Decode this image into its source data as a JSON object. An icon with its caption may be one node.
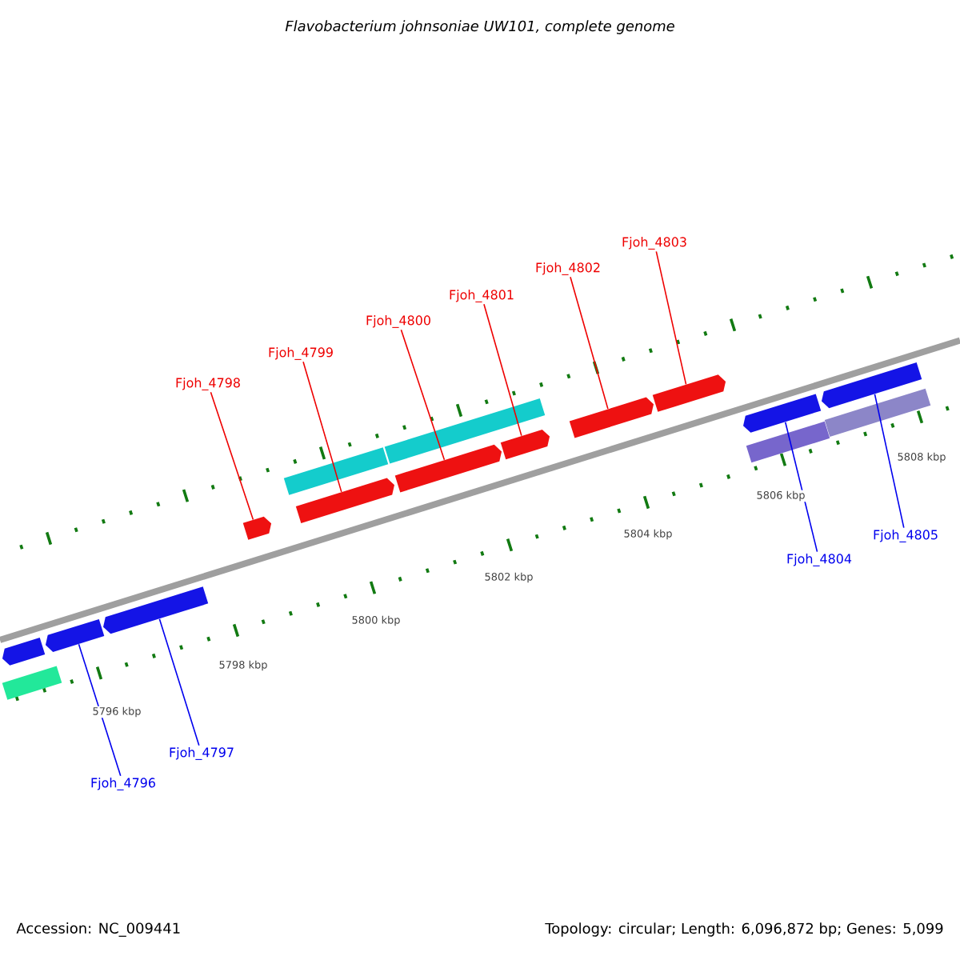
{
  "diagram": {
    "title": "Flavobacterium johnsoniae UW101, complete genome",
    "nodes": [
      {
        "text": [
          "Fjoh_4798"
        ]
      },
      {
        "text": [
          "Fjoh_4799"
        ]
      },
      {
        "text": [
          "Fjoh_4800"
        ]
      },
      {
        "text": [
          "Fjoh_4801"
        ]
      },
      {
        "text": [
          "Fjoh_4802"
        ]
      },
      {
        "text": [
          "Fjoh_4803"
        ]
      },
      {
        "text": [
          "Fjoh_4804"
        ]
      },
      {
        "text": [
          "Fjoh_4805"
        ]
      },
      {
        "text": [
          "Fjoh_4797"
        ]
      },
      {
        "text": [
          "Fjoh_4796"
        ]
      },
      {
        "text": [],
        "shape": "pentagon"
      },
      {
        "text": [],
        "shape": "bar"
      },
      {
        "text": [],
        "shape": "pentagon"
      },
      {
        "text": [],
        "shape": "pentagon"
      },
      {
        "text": [],
        "shape": "pentagon"
      },
      {
        "text": [],
        "shape": "bar"
      },
      {
        "text": [],
        "shape": "pentagon"
      },
      {
        "text": [],
        "shape": "bar"
      },
      {
        "text": [],
        "shape": "pentagon"
      },
      {
        "text": [],
        "shape": "pentagon"
      },
      {
        "text": [],
        "shape": "pentagon"
      },
      {
        "text": [],
        "shape": "pentagon"
      },
      {
        "text": [],
        "shape": "pentagon"
      },
      {
        "text": [],
        "shape": "bar"
      },
      {
        "text": [],
        "shape": "pentagon"
      },
      {
        "text": [],
        "shape": "bar"
      }
    ],
    "edges": [
      {
        "from": 0,
        "to": 14,
        "arrow": "none"
      },
      {
        "from": 1,
        "to": 16,
        "arrow": "none"
      },
      {
        "from": 2,
        "to": 18,
        "arrow": "none"
      },
      {
        "from": 3,
        "to": 19,
        "arrow": "none"
      },
      {
        "from": 4,
        "to": 20,
        "arrow": "none"
      },
      {
        "from": 5,
        "to": 21,
        "arrow": "none"
      },
      {
        "from": 6,
        "to": 22,
        "arrow": "none",
        "color": "#0000ff"
      },
      {
        "from": 7,
        "to": 24,
        "arrow": "none",
        "color": "#0000ff"
      },
      {
        "from": 8,
        "to": 13,
        "arrow": "none",
        "color": "#0000ff"
      },
      {
        "from": 9,
        "to": 12,
        "arrow": "none",
        "color": "#0000ff"
      }
    ],
    "labels": [
      "5808 kbp",
      "5806 kbp",
      "5804 kbp",
      "5802 kbp",
      "5800 kbp",
      "5798 kbp",
      "5796 kbp",
      "Accession: NC_009441",
      "Topology: circular; Length: 6,096,872 bp; Genes: 5,099"
    ]
  }
}
